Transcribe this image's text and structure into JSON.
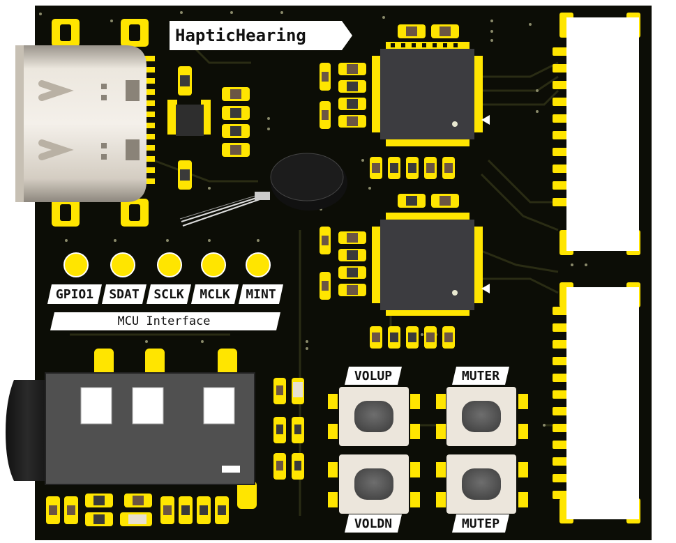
{
  "board": {
    "title": "HapticHearing",
    "interface_label": "MCU Interface",
    "colors": {
      "soldermask": "#0c0d06",
      "pad": "#ffe500",
      "silkscreen": "#ffffff",
      "chip": "#3c3c40",
      "connector_white": "#ffffff",
      "usb_metal": "#d9d2c7"
    }
  },
  "test_points": [
    {
      "label": "GPIO1"
    },
    {
      "label": "SDAT"
    },
    {
      "label": "SCLK"
    },
    {
      "label": "MCLK"
    },
    {
      "label": "MINT"
    }
  ],
  "buttons": {
    "volup": "VOLUP",
    "voldn": "VOLDN",
    "muter": "MUTER",
    "mutep": "MUTEP"
  }
}
